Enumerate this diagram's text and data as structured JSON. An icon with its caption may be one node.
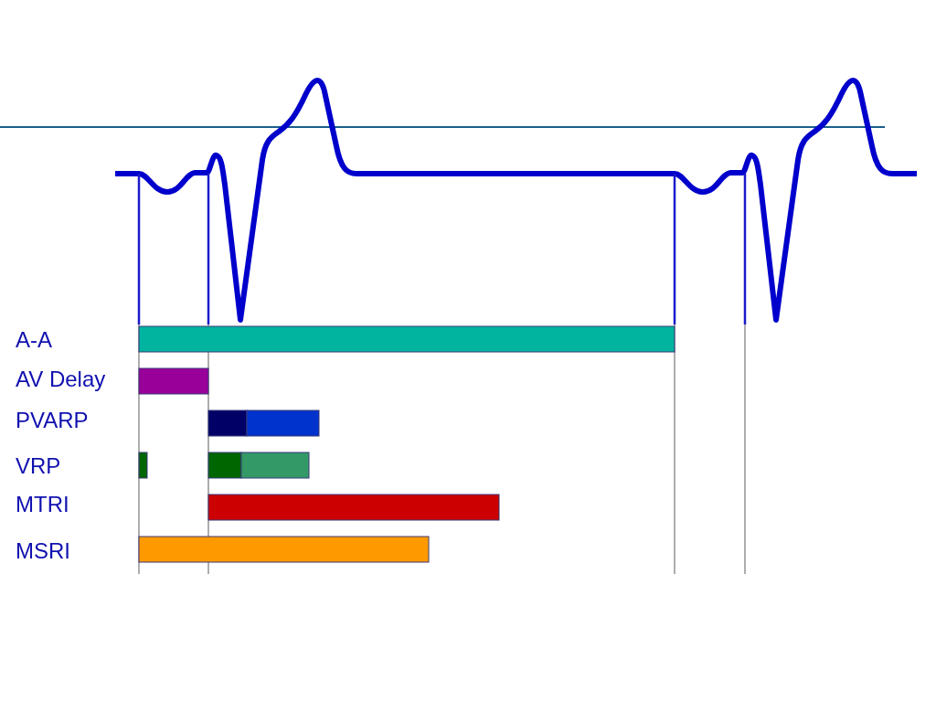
{
  "diagram": {
    "labels": [
      "A-A",
      "AV Delay",
      "PVARP",
      "VRP",
      "MTRI",
      "MSRI"
    ]
  }
}
